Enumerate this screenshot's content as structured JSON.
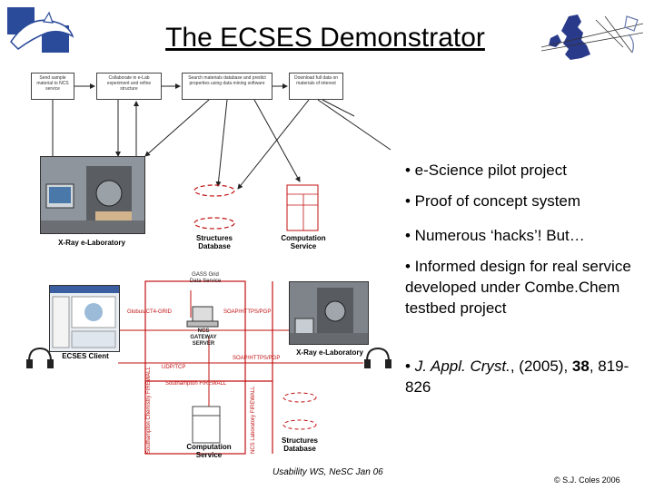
{
  "slide": {
    "title": "The ECSES Demonstrator",
    "footer_center": "Usability WS, NeSC Jan 06",
    "footer_right": "© S.J. Coles 2006"
  },
  "flow_boxes": [
    {
      "text": "Send sample material to NCS service"
    },
    {
      "text": "Collaborate in e-Lab experiment and refine structure"
    },
    {
      "text": "Search materials database and predict properties using data mining software"
    },
    {
      "text": "Download full data on materials of interest"
    }
  ],
  "top_diagram": {
    "xray_label": "X-Ray e-Laboratory",
    "structures_db_label_1": "Structures",
    "structures_db_label_2": "Database",
    "computation_label_1": "Computation",
    "computation_label_2": "Service"
  },
  "bottom_diagram": {
    "gass_label_1": "GASS Grid",
    "gass_label_2": "Data Service",
    "globus_label": "Globus/CT4-GRID",
    "soap_label_top": "SOAP/HTTPS/PGP",
    "ncs_label_1": "NCS",
    "ncs_label_2": "GATEWAY",
    "ncs_label_3": "SERVER",
    "soap_label_mid": "SOAP/HTTPS/PGP",
    "udp_label": "UDP/TCP",
    "ecses_client_label": "ECSES Client",
    "xray_lab_label": "X-Ray e-Laboratory",
    "firewall_label": "Southampton Chemistry FIREWALL",
    "firewall_horizontal_label": "Southampton FIREWALL",
    "ncs_firewall_label": "NCS Laboratory FIREWALL",
    "computation_label_1": "Computation",
    "computation_label_2": "Service",
    "structures_label_1": "Structures",
    "structures_label_2": "Database"
  },
  "bullets": [
    {
      "text": "• e-Science pilot project"
    },
    {
      "text": "• Proof of concept system"
    },
    {
      "text": "• Numerous ‘hacks’! But…"
    },
    {
      "text": "• Informed design for real service developed under Combe.Chem testbed project"
    },
    {
      "pre": "• ",
      "journal": "J. Appl. Cryst.",
      "mid": ", (2005), ",
      "volume": "38",
      "post": ", 819-826"
    }
  ]
}
